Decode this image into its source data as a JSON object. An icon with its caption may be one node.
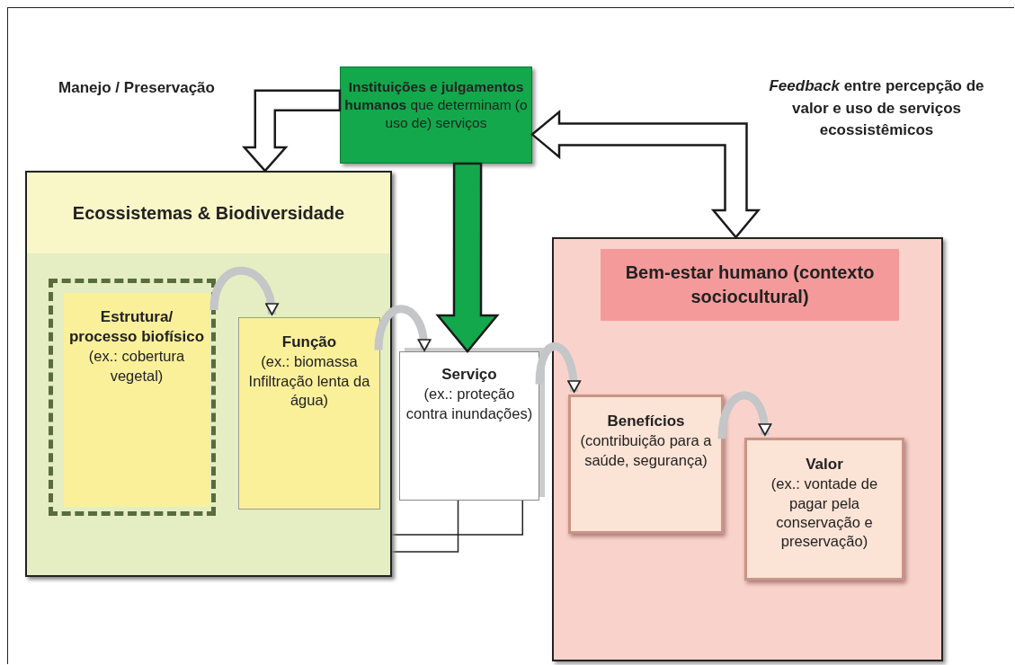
{
  "diagram": {
    "nodes": [
      {
        "text": [
          "**Instituições e julgamentos humanos** que determinam (o uso de) serviços"
        ]
      },
      {
        "text": [
          "Ecossistemas & Biodiversidade"
        ]
      },
      {
        "text": [],
        "shape": "box",
        "in": 1
      },
      {
        "text": [
          "Estrutura/ processo biofísico",
          "(ex.: cobertura vegetal)"
        ],
        "in": 2
      },
      {
        "text": [
          "Função",
          "(ex.: biomassa Infiltração lenta da água)"
        ],
        "in": 1
      },
      {
        "text": [
          "Serviço",
          "(ex.: proteção contra inundações)"
        ]
      },
      {
        "text": [
          "Bem-estar humano (contexto sociocultural)"
        ]
      },
      {
        "text": [
          "Benefícios",
          "(contribuição para a saúde, segurança)"
        ],
        "in": 6
      },
      {
        "text": [
          "Valor",
          "(ex.: vontade de pagar pela conservação e preservação)"
        ],
        "in": 6
      }
    ],
    "edges": [
      {
        "from": 0,
        "to": 1,
        "arrow": "to",
        "style": "thick"
      },
      {
        "from": 0,
        "to": 5,
        "arrow": "to",
        "style": "thick",
        "color": "#12a84b"
      },
      {
        "from": 0,
        "to": 6,
        "arrow": "both",
        "style": "thick"
      },
      {
        "from": 2,
        "to": 4,
        "arrow": "to"
      },
      {
        "from": 4,
        "to": 5,
        "arrow": "to"
      },
      {
        "from": 5,
        "to": 7,
        "arrow": "to"
      },
      {
        "from": 7,
        "to": 8,
        "arrow": "to"
      },
      {
        "from": 2,
        "to": 5,
        "arrow": "none",
        "color": "#222222"
      },
      {
        "from": 2,
        "to": 5,
        "arrow": "none",
        "color": "#222222"
      }
    ],
    "labels": [
      "Manejo / Preservação",
      "*Feedback* entre percepção de valor e uso de serviços ecossistêmicos"
    ]
  }
}
